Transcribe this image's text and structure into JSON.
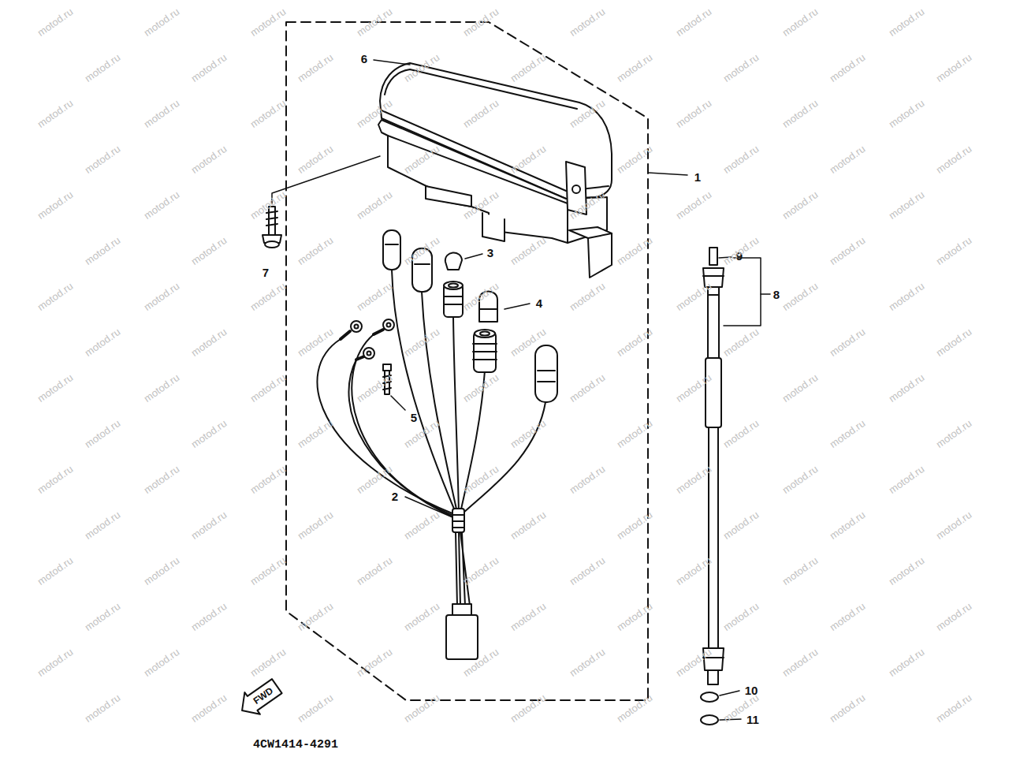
{
  "diagram": {
    "nodes": [
      {
        "text": [
          "FWD"
        ]
      }
    ],
    "labels": [
      "1",
      "2",
      "3",
      "4",
      "5",
      "6",
      "7",
      "8",
      "9",
      "10",
      "11",
      "4CW1414-4291",
      "motod.ru",
      "motod.ru",
      "motod.ru",
      "motod.ru",
      "motod.ru",
      "motod.ru",
      "motod.ru",
      "motod.ru",
      "motod.ru",
      "motod.ru",
      "motod.ru",
      "motod.ru",
      "motod.ru",
      "motod.ru",
      "motod.ru",
      "motod.ru",
      "motod.ru",
      "motod.ru",
      "motod.ru",
      "motod.ru",
      "motod.ru",
      "motod.ru",
      "motod.ru",
      "motod.ru",
      "motod.ru",
      "motod.ru",
      "motod.ru",
      "motod.ru",
      "motod.ru",
      "motod.ru",
      "motod.ru",
      "motod.ru",
      "motod.ru",
      "motod.ru",
      "motod.ru",
      "motod.ru",
      "motod.ru",
      "motod.ru",
      "motod.ru",
      "motod.ru",
      "motod.ru",
      "motod.ru",
      "motod.ru",
      "motod.ru",
      "motod.ru",
      "motod.ru",
      "motod.ru",
      "motod.ru",
      "motod.ru",
      "motod.ru",
      "motod.ru",
      "motod.ru",
      "motod.ru",
      "motod.ru",
      "motod.ru",
      "motod.ru",
      "motod.ru",
      "motod.ru",
      "motod.ru",
      "motod.ru",
      "motod.ru",
      "motod.ru",
      "motod.ru",
      "motod.ru",
      "motod.ru",
      "motod.ru",
      "motod.ru",
      "motod.ru",
      "motod.ru",
      "motod.ru",
      "motod.ru",
      "motod.ru",
      "motod.ru",
      "motod.ru",
      "motod.ru",
      "motod.ru",
      "motod.ru",
      "motod.ru",
      "motod.ru",
      "motod.ru",
      "motod.ru",
      "motod.ru",
      "motod.ru",
      "motod.ru",
      "motod.ru",
      "motod.ru",
      "motod.ru",
      "motod.ru",
      "motod.ru",
      "motod.ru",
      "motod.ru",
      "motod.ru",
      "motod.ru",
      "motod.ru",
      "motod.ru",
      "motod.ru",
      "motod.ru",
      "motod.ru",
      "motod.ru",
      "motod.ru",
      "motod.ru",
      "motod.ru",
      "motod.ru",
      "motod.ru",
      "motod.ru",
      "motod.ru",
      "motod.ru",
      "motod.ru",
      "motod.ru",
      "motod.ru",
      "motod.ru",
      "motod.ru",
      "motod.ru",
      "motod.ru",
      "motod.ru",
      "motod.ru",
      "motod.ru",
      "motod.ru",
      "motod.ru",
      "motod.ru",
      "motod.ru",
      "motod.ru",
      "motod.ru",
      "motod.ru",
      "motod.ru",
      "motod.ru",
      "motod.ru",
      "motod.ru",
      "motod.ru",
      "motod.ru",
      "motod.ru",
      "motod.ru",
      "motod.ru",
      "motod.ru",
      "motod.ru",
      "motod.ru",
      "motod.ru",
      "motod.ru",
      "motod.ru",
      "motod.ru",
      "motod.ru",
      "motod.ru",
      "motod.ru",
      "motod.ru"
    ]
  }
}
